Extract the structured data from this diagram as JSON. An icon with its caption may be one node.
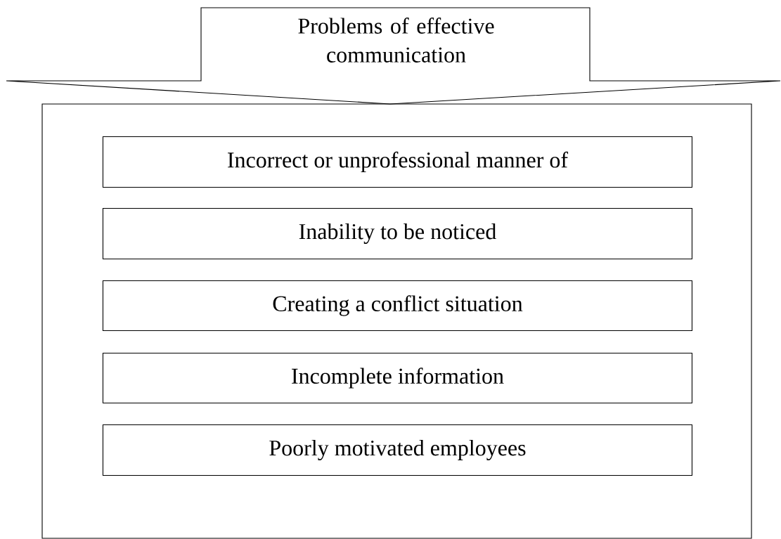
{
  "diagram": {
    "nodes": [
      {
        "text": [
          "Problems of effective communication"
        ]
      },
      {
        "text": [],
        "shape": "box"
      },
      {
        "text": [
          "Incorrect or unprofessional manner of"
        ],
        "in": 1
      },
      {
        "text": [
          "Inability to be noticed"
        ],
        "in": 1
      },
      {
        "text": [
          "Creating a conflict situation"
        ],
        "in": 1
      },
      {
        "text": [
          "Incomplete information"
        ],
        "in": 1
      },
      {
        "text": [
          "Poorly motivated employees"
        ],
        "in": 1
      }
    ]
  }
}
